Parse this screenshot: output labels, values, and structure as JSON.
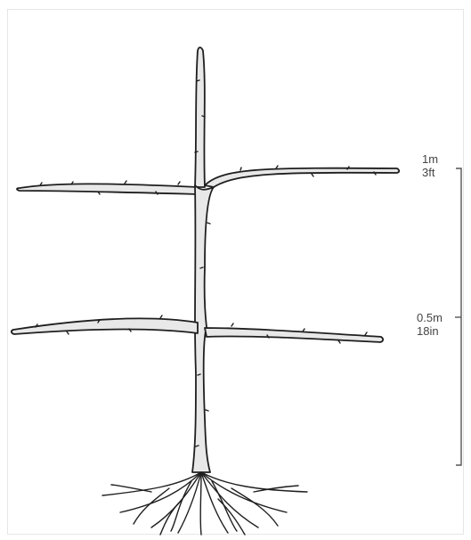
{
  "colors": {
    "outline": "#1f1f1f",
    "fill": "#e8e8e8",
    "scale_bar": "#555555",
    "label_text": "#444444"
  },
  "labels": {
    "top": {
      "metric": "1m",
      "imperial": "3ft"
    },
    "middle": {
      "metric": "0.5m",
      "imperial": "18in"
    }
  }
}
